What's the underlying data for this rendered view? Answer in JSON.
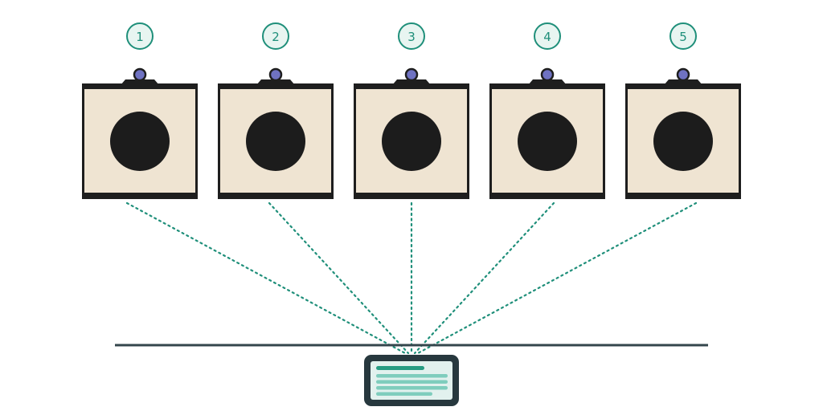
{
  "colors": {
    "accent": "#1f8f7a",
    "badge_fill": "#e8f5f1",
    "frame": "#1e1e1e",
    "panel": "#efe4d2",
    "dot": "#1c1c1c",
    "mount_knob": "#6f72c2",
    "bar": "#34464c",
    "device_body": "#27383e",
    "device_screen": "#e2f1ee",
    "screen_header": "#279c83",
    "screen_line": "#7fcdbd"
  },
  "targets": [
    {
      "number": "1",
      "icon": "circle-target-icon"
    },
    {
      "number": "2",
      "icon": "circle-target-icon"
    },
    {
      "number": "3",
      "icon": "circle-target-icon"
    },
    {
      "number": "4",
      "icon": "circle-target-icon"
    },
    {
      "number": "5",
      "icon": "circle-target-icon"
    }
  ],
  "device": {
    "icon": "tablet-screen-icon",
    "screen_lines": 4
  }
}
